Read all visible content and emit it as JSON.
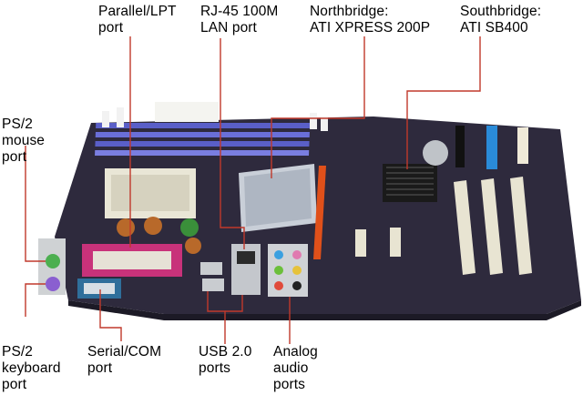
{
  "labels": {
    "parallel": "Parallel/LPT\nport",
    "rj45": "RJ-45 100M\nLAN port",
    "northbridge": "Northbridge:\nATI XPRESS 200P",
    "southbridge": "Southbridge:\nATI SB400",
    "ps2_mouse": "PS/2\nmouse\nport",
    "ps2_keyboard": "PS/2\nkeyboard\nport",
    "serial": "Serial/COM\nport",
    "usb": "USB 2.0\nports",
    "audio": "Analog\naudio\nports"
  },
  "colors": {
    "callout_line": "#c0392b",
    "pcb": "#2e2a3d",
    "dimm_slot": "#5a5fc8",
    "agp_slot": "#e0501a",
    "pci_slot": "#e8e4d2",
    "ide_blue": "#2a8bd8",
    "parallel_port": "#c8327a",
    "serial_port": "#2f6f9b",
    "ps2_mouse": "#4caf50",
    "ps2_keyboard": "#8a5fd0"
  }
}
